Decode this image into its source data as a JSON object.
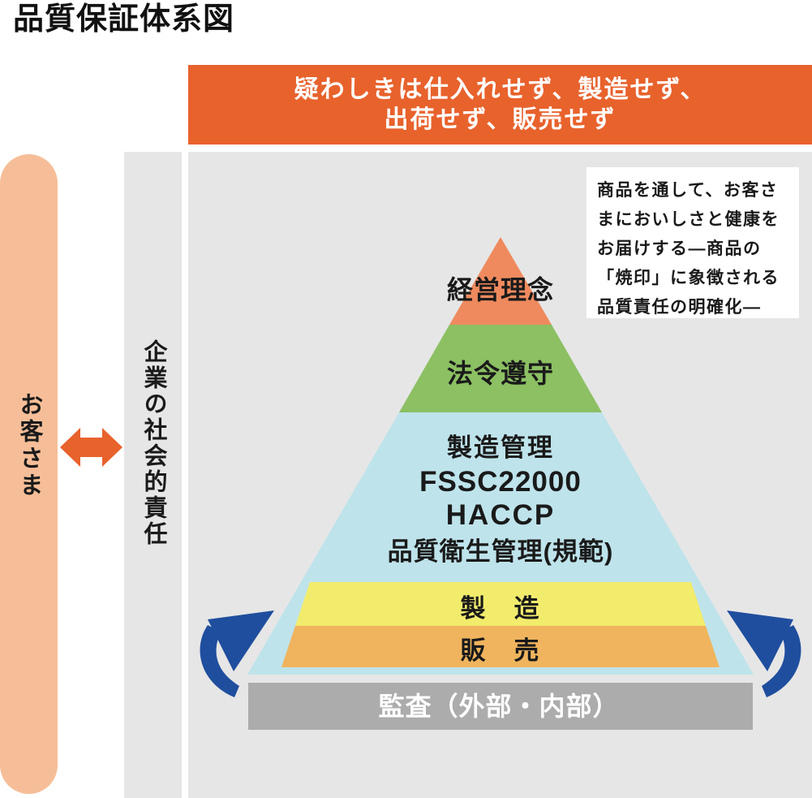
{
  "title": "品質保証体系図",
  "banner": {
    "line1": "疑わしきは仕入れせず、製造せず、",
    "line2": "出荷せず、販売せず"
  },
  "customers_bar": {
    "label": "お客さま"
  },
  "csr_strip": {
    "label": "企業の社会的責任"
  },
  "note_box": {
    "lines": [
      "商品を通して、お客さ",
      "まにおいしさと健康を",
      "お届けする―商品の",
      "「焼印」に象徴される",
      "品質責任の明確化―"
    ]
  },
  "pyramid": {
    "tier_philosophy": "経営理念",
    "tier_compliance": "法令遵守",
    "tier_control_line1": "製造管理",
    "tier_control_line2": "FSSC22000",
    "tier_control_line3": "HACCP",
    "tier_control_line4": "品質衛生管理(規範)",
    "band_manufacture": "製　造",
    "band_sales": "販　売"
  },
  "audit_bar": {
    "label": "監査（外部・内部）"
  },
  "colors": {
    "banner_orange": "#E8622C",
    "customers_peach": "#F6BE98",
    "relation_arrow_orange": "#E8622C",
    "panel_gray": "#E6E6E6",
    "tier_orange": "#EF8A5E",
    "tier_green": "#8CC063",
    "tier_blue": "#BEE3EB",
    "band_yellow": "#F2EC6D",
    "band_orange": "#F0B45E",
    "audit_gray": "#ACACAC",
    "cycle_arrow_blue": "#1F4E9E",
    "text_black": "#1A1A1A",
    "text_white": "#FFFFFF"
  }
}
